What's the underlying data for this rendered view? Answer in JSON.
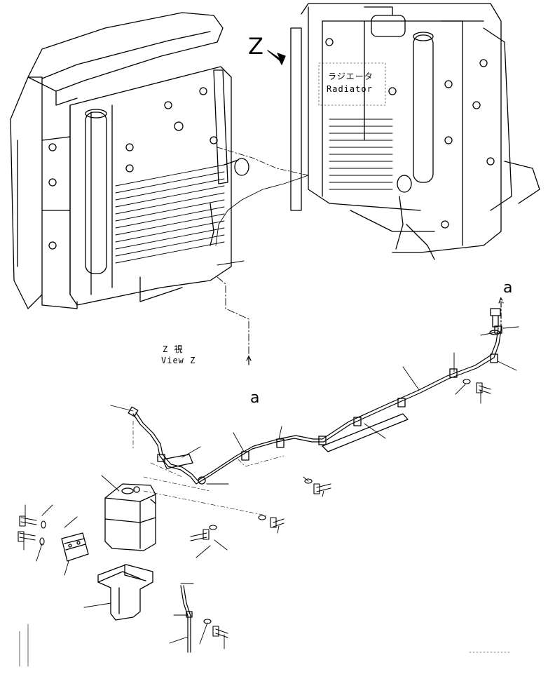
{
  "view_marker": "Z",
  "radiator": {
    "label_jp": "ラジエータ",
    "label_en": "Radiator"
  },
  "view_caption": {
    "jp": "Z 視",
    "en": "View Z"
  },
  "connector_marks": {
    "lower": "a",
    "upper": "a"
  },
  "colors": {
    "ink": "#000000",
    "paper": "#ffffff"
  }
}
